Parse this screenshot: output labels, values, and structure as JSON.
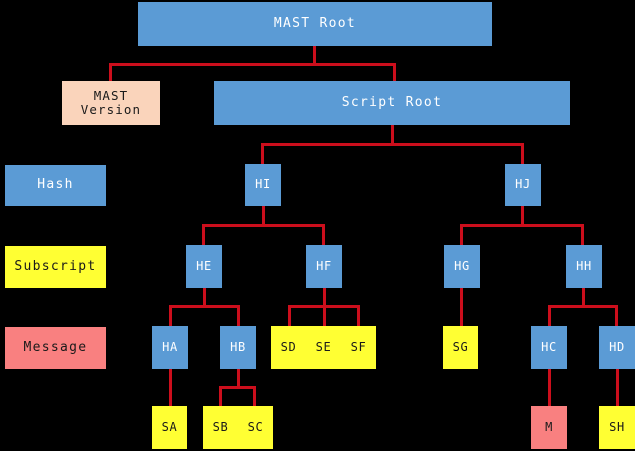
{
  "diagram": {
    "title": "MAST Root",
    "background_color": "#000000",
    "connector_color": "#cc0e1c",
    "legend": {
      "items": [
        {
          "label": "Hash",
          "color": "#5b9bd5"
        },
        {
          "label": "Subscript",
          "color": "#ffff33"
        },
        {
          "label": "Message",
          "color": "#f98080"
        }
      ]
    },
    "nodes": {
      "mast_root": "MAST Root",
      "mast_version": "MAST\nVersion",
      "script_root": "Script Root",
      "hi": "HI",
      "hj": "HJ",
      "he": "HE",
      "hf": "HF",
      "hg": "HG",
      "hh": "HH",
      "ha": "HA",
      "hb": "HB",
      "hc": "HC",
      "hd": "HD",
      "sa": "SA",
      "sb": "SB",
      "sc": "SC",
      "sd": "SD",
      "se": "SE",
      "sf": "SF",
      "sg": "SG",
      "sh": "SH",
      "m": "M"
    }
  }
}
